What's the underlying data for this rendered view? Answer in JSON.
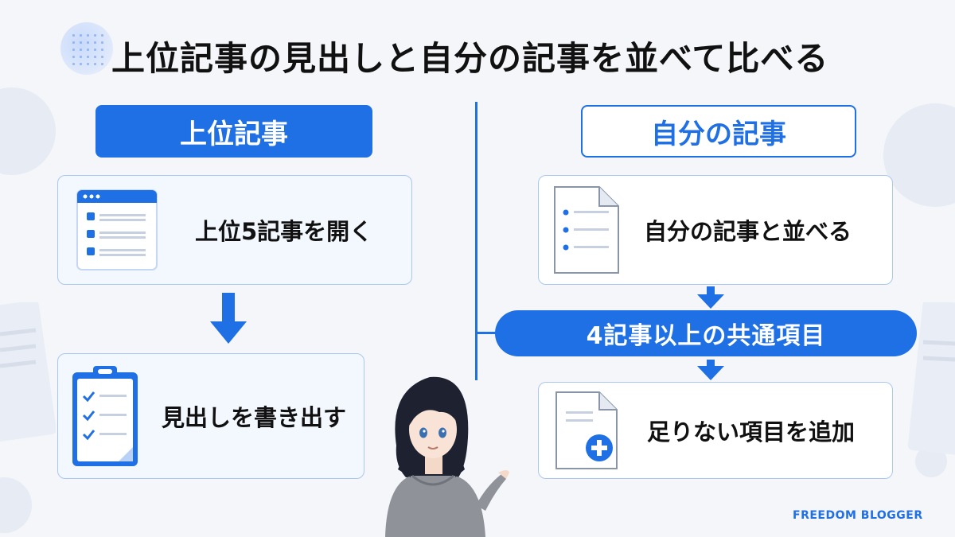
{
  "title": "上位記事の見出しと自分の記事を並べて比べる",
  "left_column": {
    "header": "上位記事",
    "step1": "上位5記事を開く",
    "step2": "見出しを書き出す"
  },
  "right_column": {
    "header": "自分の記事",
    "step1": "自分の記事と並べる",
    "highlight": "4記事以上の共通項目",
    "step2": "足りない項目を追加"
  },
  "brand": "FREEDOM BLOGGER",
  "colors": {
    "accent": "#1f6fe5",
    "card_border": "#aac6f3",
    "background": "#f4f6fa"
  },
  "icons": [
    "browser-window-icon",
    "clipboard-checklist-icon",
    "document-icon",
    "document-add-icon",
    "arrow-down-icon"
  ]
}
